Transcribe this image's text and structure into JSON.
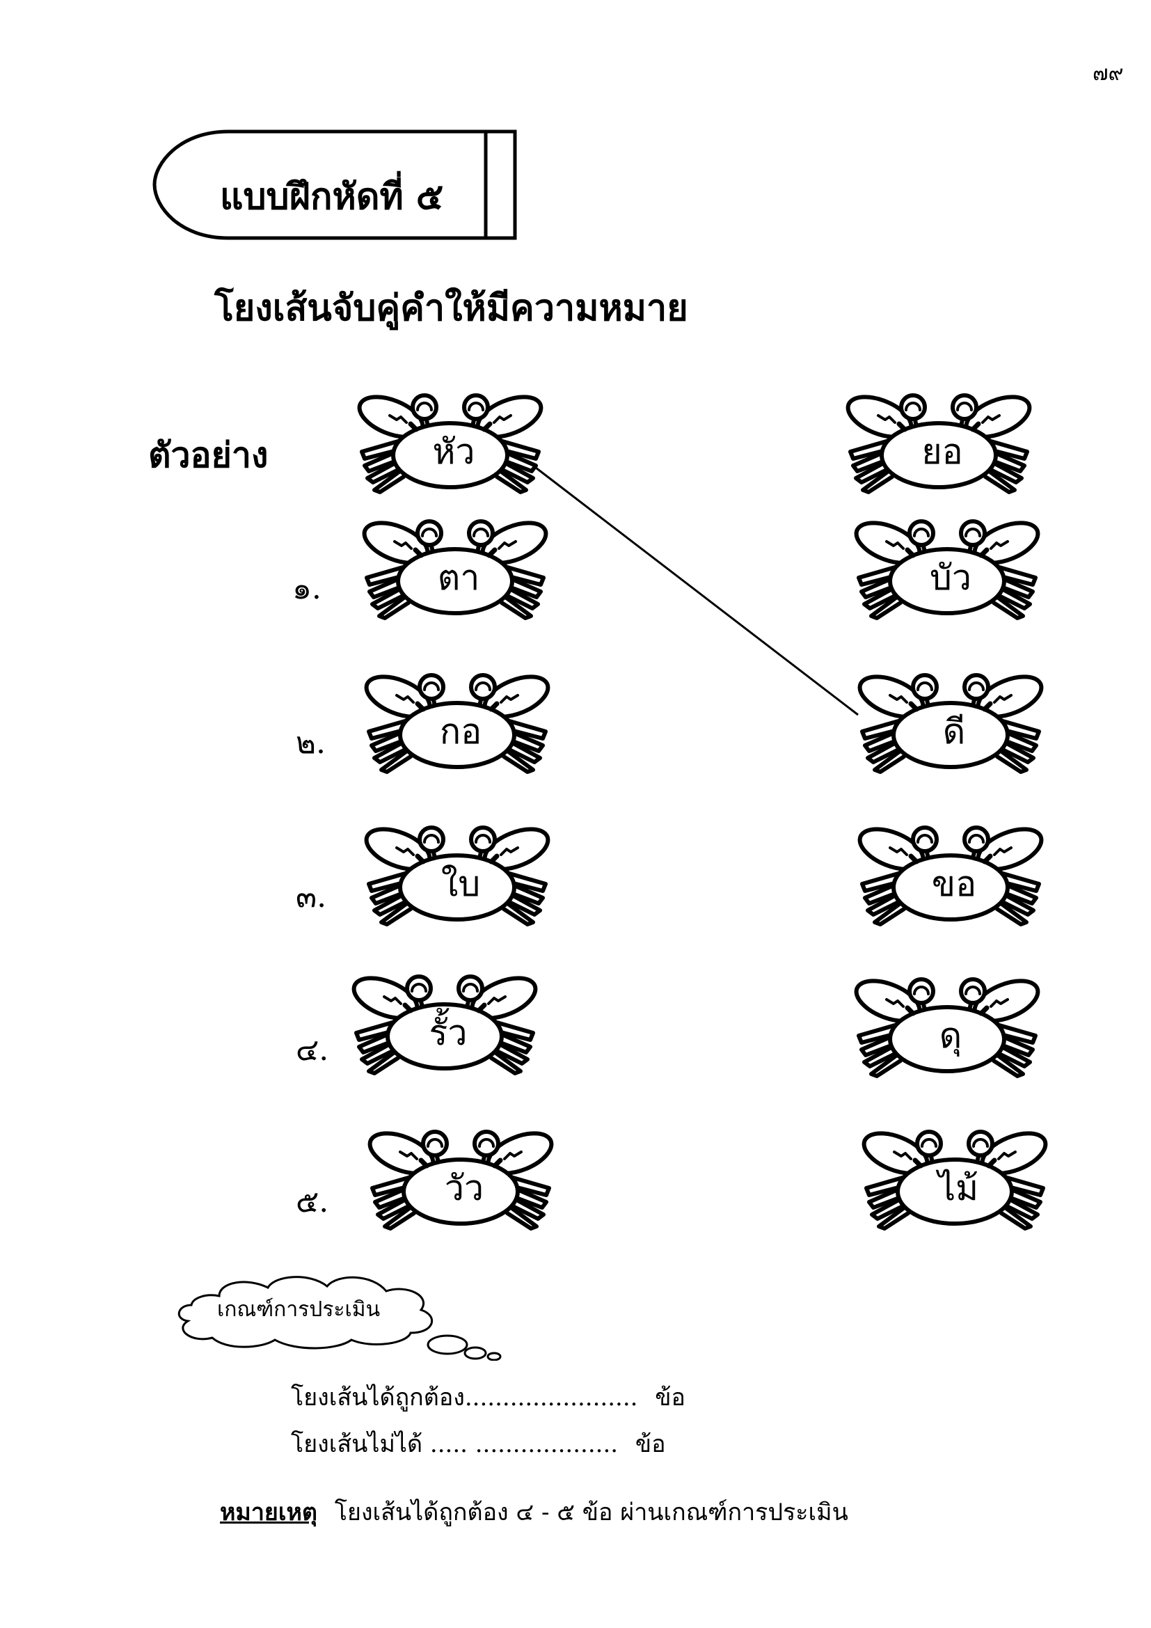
{
  "page_number": "๗๙",
  "exercise_title": "แบบฝึกหัดที่ ๕",
  "instruction": "โยงเส้นจับคู่คำให้มีความหมาย",
  "example_label": "ตัวอย่าง",
  "left_words": [
    {
      "num": "",
      "word": "หัว"
    },
    {
      "num": "๑.",
      "word": "ตา"
    },
    {
      "num": "๒.",
      "word": "กอ"
    },
    {
      "num": "๓.",
      "word": "ใบ"
    },
    {
      "num": "๔.",
      "word": "รั้ว"
    },
    {
      "num": "๕.",
      "word": "วัว"
    }
  ],
  "right_words": [
    "ยอ",
    "บัว",
    "ดี",
    "ขอ",
    "ดุ",
    "ไม้"
  ],
  "example_match": {
    "from": "หัว",
    "to": "ดี"
  },
  "criteria": {
    "heading": "เกณฑ์การประเมิน",
    "correct": "โยงเส้นได้ถูกต้อง.......................",
    "incorrect": "โยงเส้นไม่ได้ ..... ...................",
    "unit": "ข้อ"
  },
  "note": {
    "label": "หมายเหตุ",
    "text": "โยงเส้นได้ถูกต้อง  ๔ - ๕  ข้อ   ผ่านเกณฑ์การประเมิน"
  }
}
